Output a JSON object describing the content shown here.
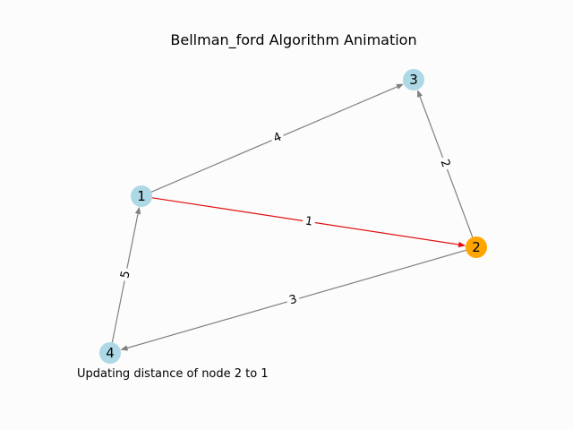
{
  "title": "Bellman_ford Algorithm Animation",
  "status_text": "Updating distance of node 2 to 1",
  "colors": {
    "node_default": "#add8e6",
    "node_active": "#ffa500",
    "edge_default": "#808080",
    "edge_active": "#e01010"
  },
  "nodes": [
    {
      "id": "1",
      "label": "1",
      "state": "default"
    },
    {
      "id": "2",
      "label": "2",
      "state": "active"
    },
    {
      "id": "3",
      "label": "3",
      "state": "default"
    },
    {
      "id": "4",
      "label": "4",
      "state": "default"
    }
  ],
  "edges": [
    {
      "from": "1",
      "to": "3",
      "weight": "4",
      "state": "default"
    },
    {
      "from": "1",
      "to": "2",
      "weight": "1",
      "state": "active"
    },
    {
      "from": "2",
      "to": "3",
      "weight": "2",
      "state": "default"
    },
    {
      "from": "2",
      "to": "4",
      "weight": "3",
      "state": "default"
    },
    {
      "from": "4",
      "to": "1",
      "weight": "5",
      "state": "default"
    }
  ]
}
